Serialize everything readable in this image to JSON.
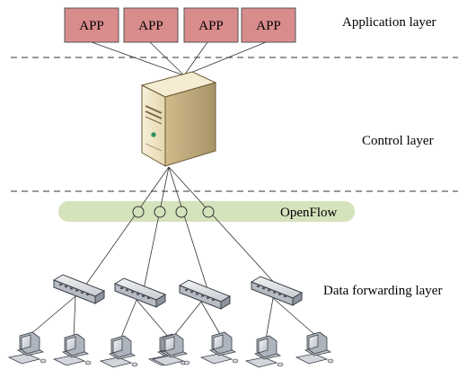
{
  "layers": {
    "application": "Application layer",
    "control": "Control layer",
    "data_forwarding": "Data forwarding layer"
  },
  "apps": [
    {
      "label": "APP"
    },
    {
      "label": "APP"
    },
    {
      "label": "APP"
    },
    {
      "label": "APP"
    }
  ],
  "openflow": {
    "label": "OpenFlow"
  },
  "colors": {
    "app_fill": "#d98c8c",
    "openflow_band": "#d5e3bd",
    "server_body": "#efe4c6",
    "switch_body": "#d9dce0"
  },
  "switches": [
    {
      "hosts": 2
    },
    {
      "hosts": 2
    },
    {
      "hosts": 2
    },
    {
      "hosts": 2
    }
  ]
}
